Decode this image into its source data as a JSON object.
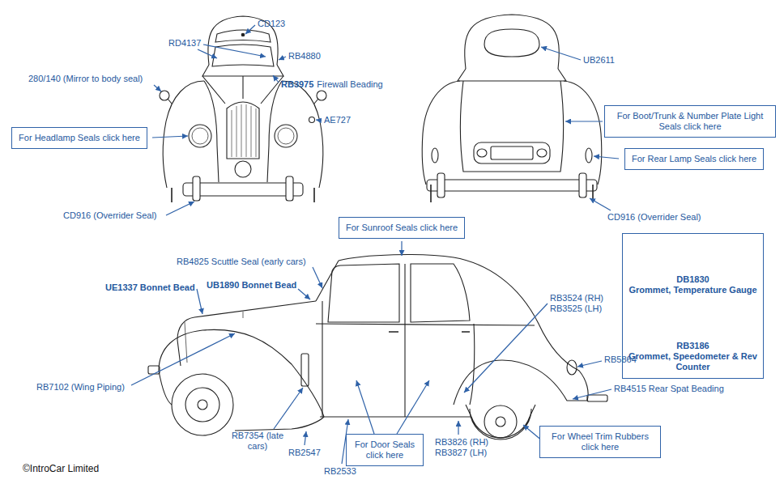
{
  "diagram": {
    "nodes": [
      {
        "text": [
          "For Headlamp Seals click here"
        ]
      },
      {
        "text": [
          "For Boot/Trunk & Number Plate Light Seals click here"
        ]
      },
      {
        "text": [
          "For Rear Lamp Seals click here"
        ]
      },
      {
        "text": [
          "For Sunroof Seals click here"
        ]
      },
      {
        "text": [
          "DB1830",
          "Grommet, Temperature Gauge",
          "RB3186",
          "Grommet, Speedometer & Rev Counter"
        ]
      },
      {
        "text": [
          "For Door Seals click here"
        ]
      },
      {
        "text": [
          "For Wheel Trim Rubbers click here"
        ]
      }
    ],
    "labels": [
      "CD123",
      "RD4137",
      "RB4880",
      "280/140 (Mirror to body seal)",
      "RB3975",
      "Firewall Beading",
      "AE727",
      "CD916 (Overrider Seal)",
      "UB2611",
      "CD916 (Overrider Seal)",
      "RB4825 Scuttle Seal (early cars)",
      "UE1337 Bonnet Bead",
      "UB1890 Bonnet Bead",
      "RB3524 (RH)",
      "RB3525 (LH)",
      "RB5864",
      "RB4515 Rear Spat Beading",
      "RB7102 (Wing Piping)",
      "RB7354 (late cars)",
      "RB2547",
      "RB2533",
      "RB3826 (RH)",
      "RB3827 (LH)",
      "©IntroCar Limited"
    ]
  }
}
